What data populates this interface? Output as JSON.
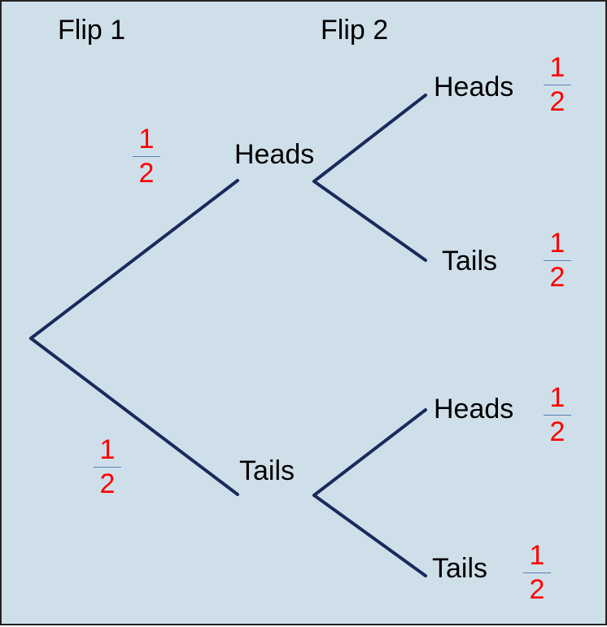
{
  "headers": {
    "flip1": "Flip 1",
    "flip2": "Flip 2"
  },
  "nodes": {
    "first_heads": "Heads",
    "first_tails": "Tails",
    "hh": "Heads",
    "ht": "Tails",
    "th": "Heads",
    "tt": "Tails"
  },
  "probabilities": {
    "first_heads": {
      "num": "1",
      "den": "2"
    },
    "first_tails": {
      "num": "1",
      "den": "2"
    },
    "hh": {
      "num": "1",
      "den": "2"
    },
    "ht": {
      "num": "1",
      "den": "2"
    },
    "th": {
      "num": "1",
      "den": "2"
    },
    "tt": {
      "num": "1",
      "den": "2"
    }
  },
  "colors": {
    "background": "#cfdfea",
    "line": "#1a2a5c",
    "probability": "#ff0000",
    "text": "#000000"
  }
}
